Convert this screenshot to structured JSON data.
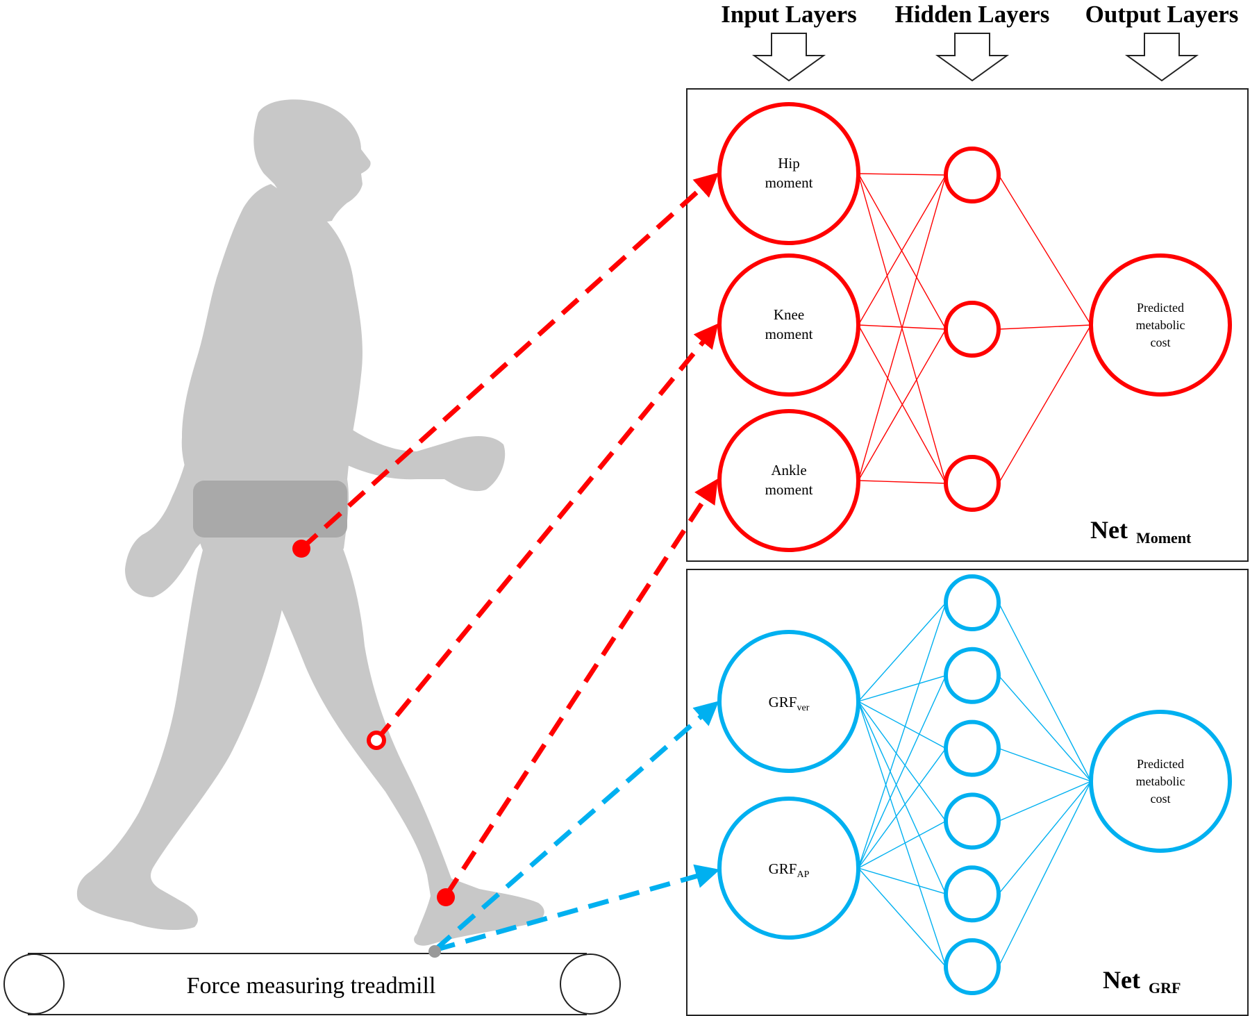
{
  "colors": {
    "moment": "#ff0000",
    "grf": "#00b0f0",
    "silhouette": "#c8c8c8",
    "belt": "#a9a9a9"
  },
  "headers": {
    "input": "Input Layers",
    "hidden": "Hidden Layers",
    "output": "Output Layers"
  },
  "net_moment": {
    "title": "Net",
    "subscript": "Moment",
    "inputs": [
      {
        "line1": "Hip",
        "line2": "moment"
      },
      {
        "line1": "Knee",
        "line2": "moment"
      },
      {
        "line1": "Ankle",
        "line2": "moment"
      }
    ],
    "hidden_count": 3,
    "output": {
      "line1": "Predicted",
      "line2": "metabolic",
      "line3": "cost"
    }
  },
  "net_grf": {
    "title": "Net",
    "subscript": "GRF",
    "inputs": [
      {
        "base": "GRF",
        "sub": "ver"
      },
      {
        "base": "GRF",
        "sub": "AP"
      }
    ],
    "hidden_count": 6,
    "output": {
      "line1": "Predicted",
      "line2": "metabolic",
      "line3": "cost"
    }
  },
  "treadmill": {
    "label": "Force measuring treadmill"
  },
  "icons": [
    "down-arrow-icon",
    "walking-person-icon",
    "treadmill-roller-icon"
  ]
}
